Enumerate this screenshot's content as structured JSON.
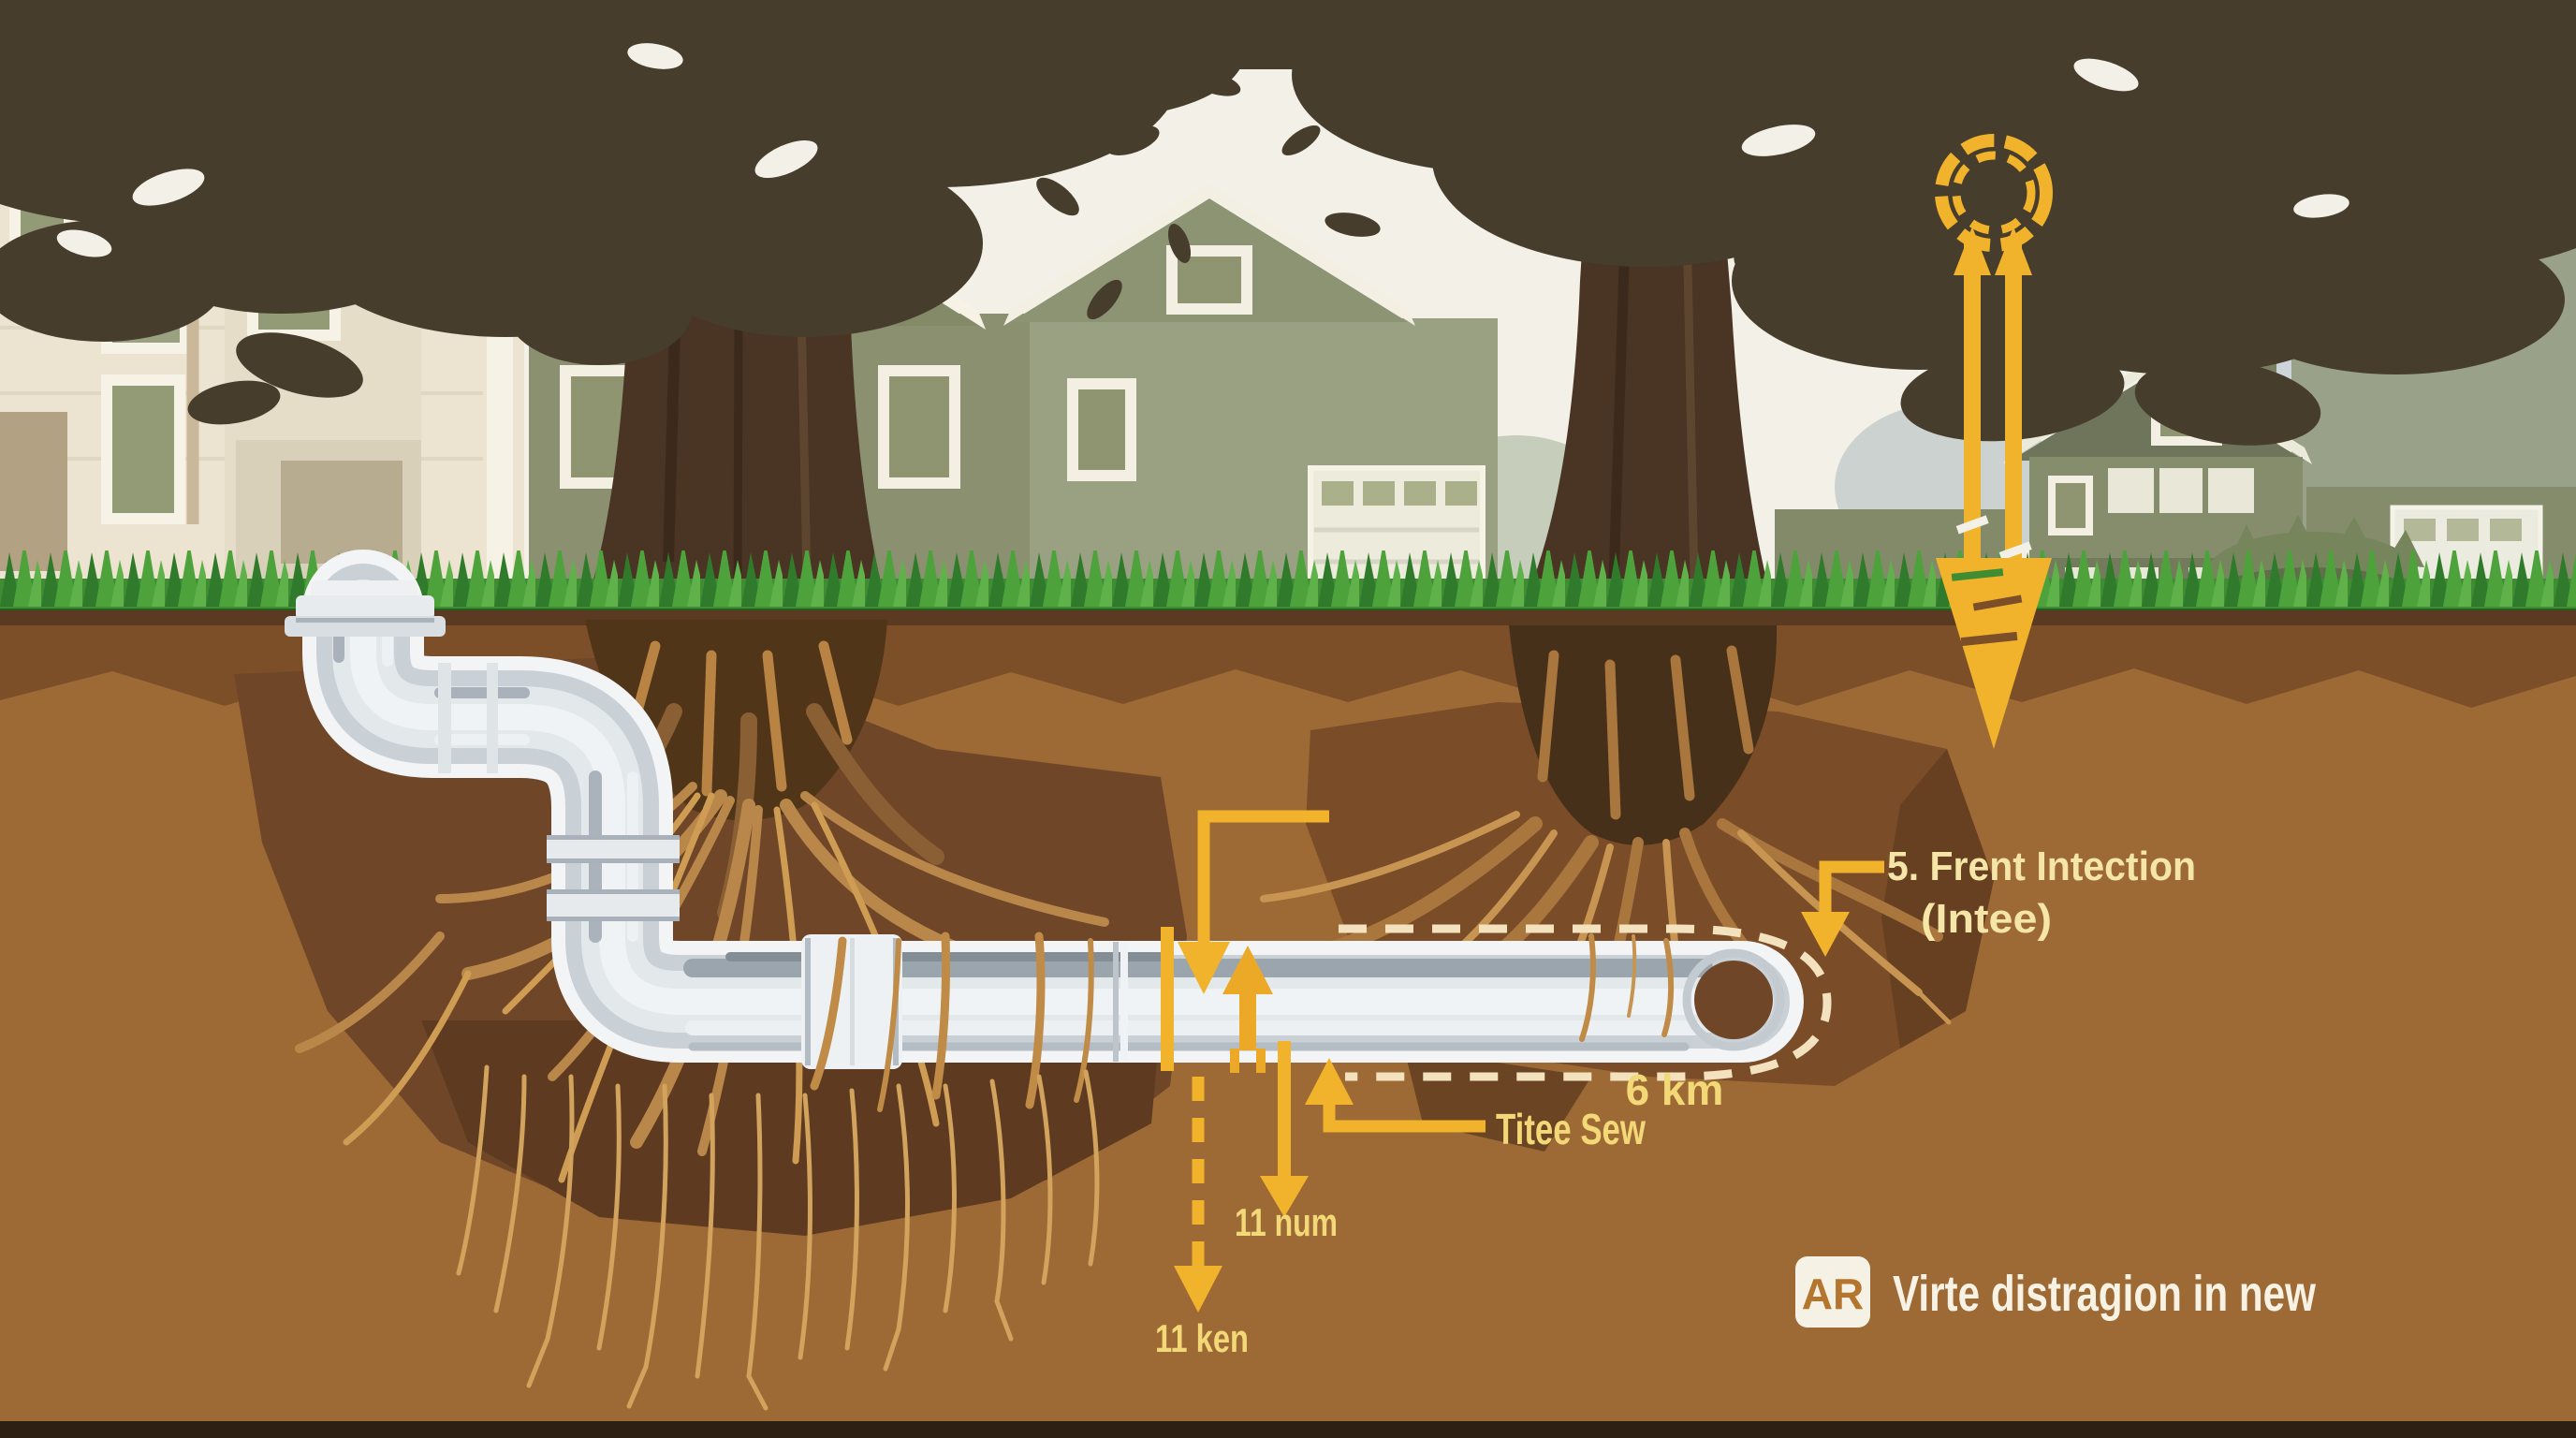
{
  "annotations": {
    "intrusion": {
      "line1": "5. Frent Intection",
      "line2": "(Intee)"
    },
    "length_label": "6 km",
    "sewer_label": "Titee Sew",
    "measure_label_top": "11 num",
    "measure_label_bottom": "11 ken"
  },
  "footer": {
    "badge": "AR",
    "caption": "Virte distragion in new"
  },
  "colors": {
    "accent_yellow": "#F1B32B",
    "label_yellow": "#F2D877",
    "label_pale_yellow": "#F5E6A8",
    "dash_cream": "#F3E2BD",
    "caption_white": "#F7F2E4",
    "badge_text": "#B4762F",
    "sky_cream": "#F3F1E7",
    "canopy_dark": "#463D2D",
    "trunk_brown": "#4A3424",
    "grass_green": "#4DA23C",
    "soil_brown": "#9D6A36",
    "soil_dark": "#6F4628",
    "root_tan": "#C08A47",
    "pipe_white": "#F2F4F6",
    "pipe_gray": "#C9D0D6"
  }
}
